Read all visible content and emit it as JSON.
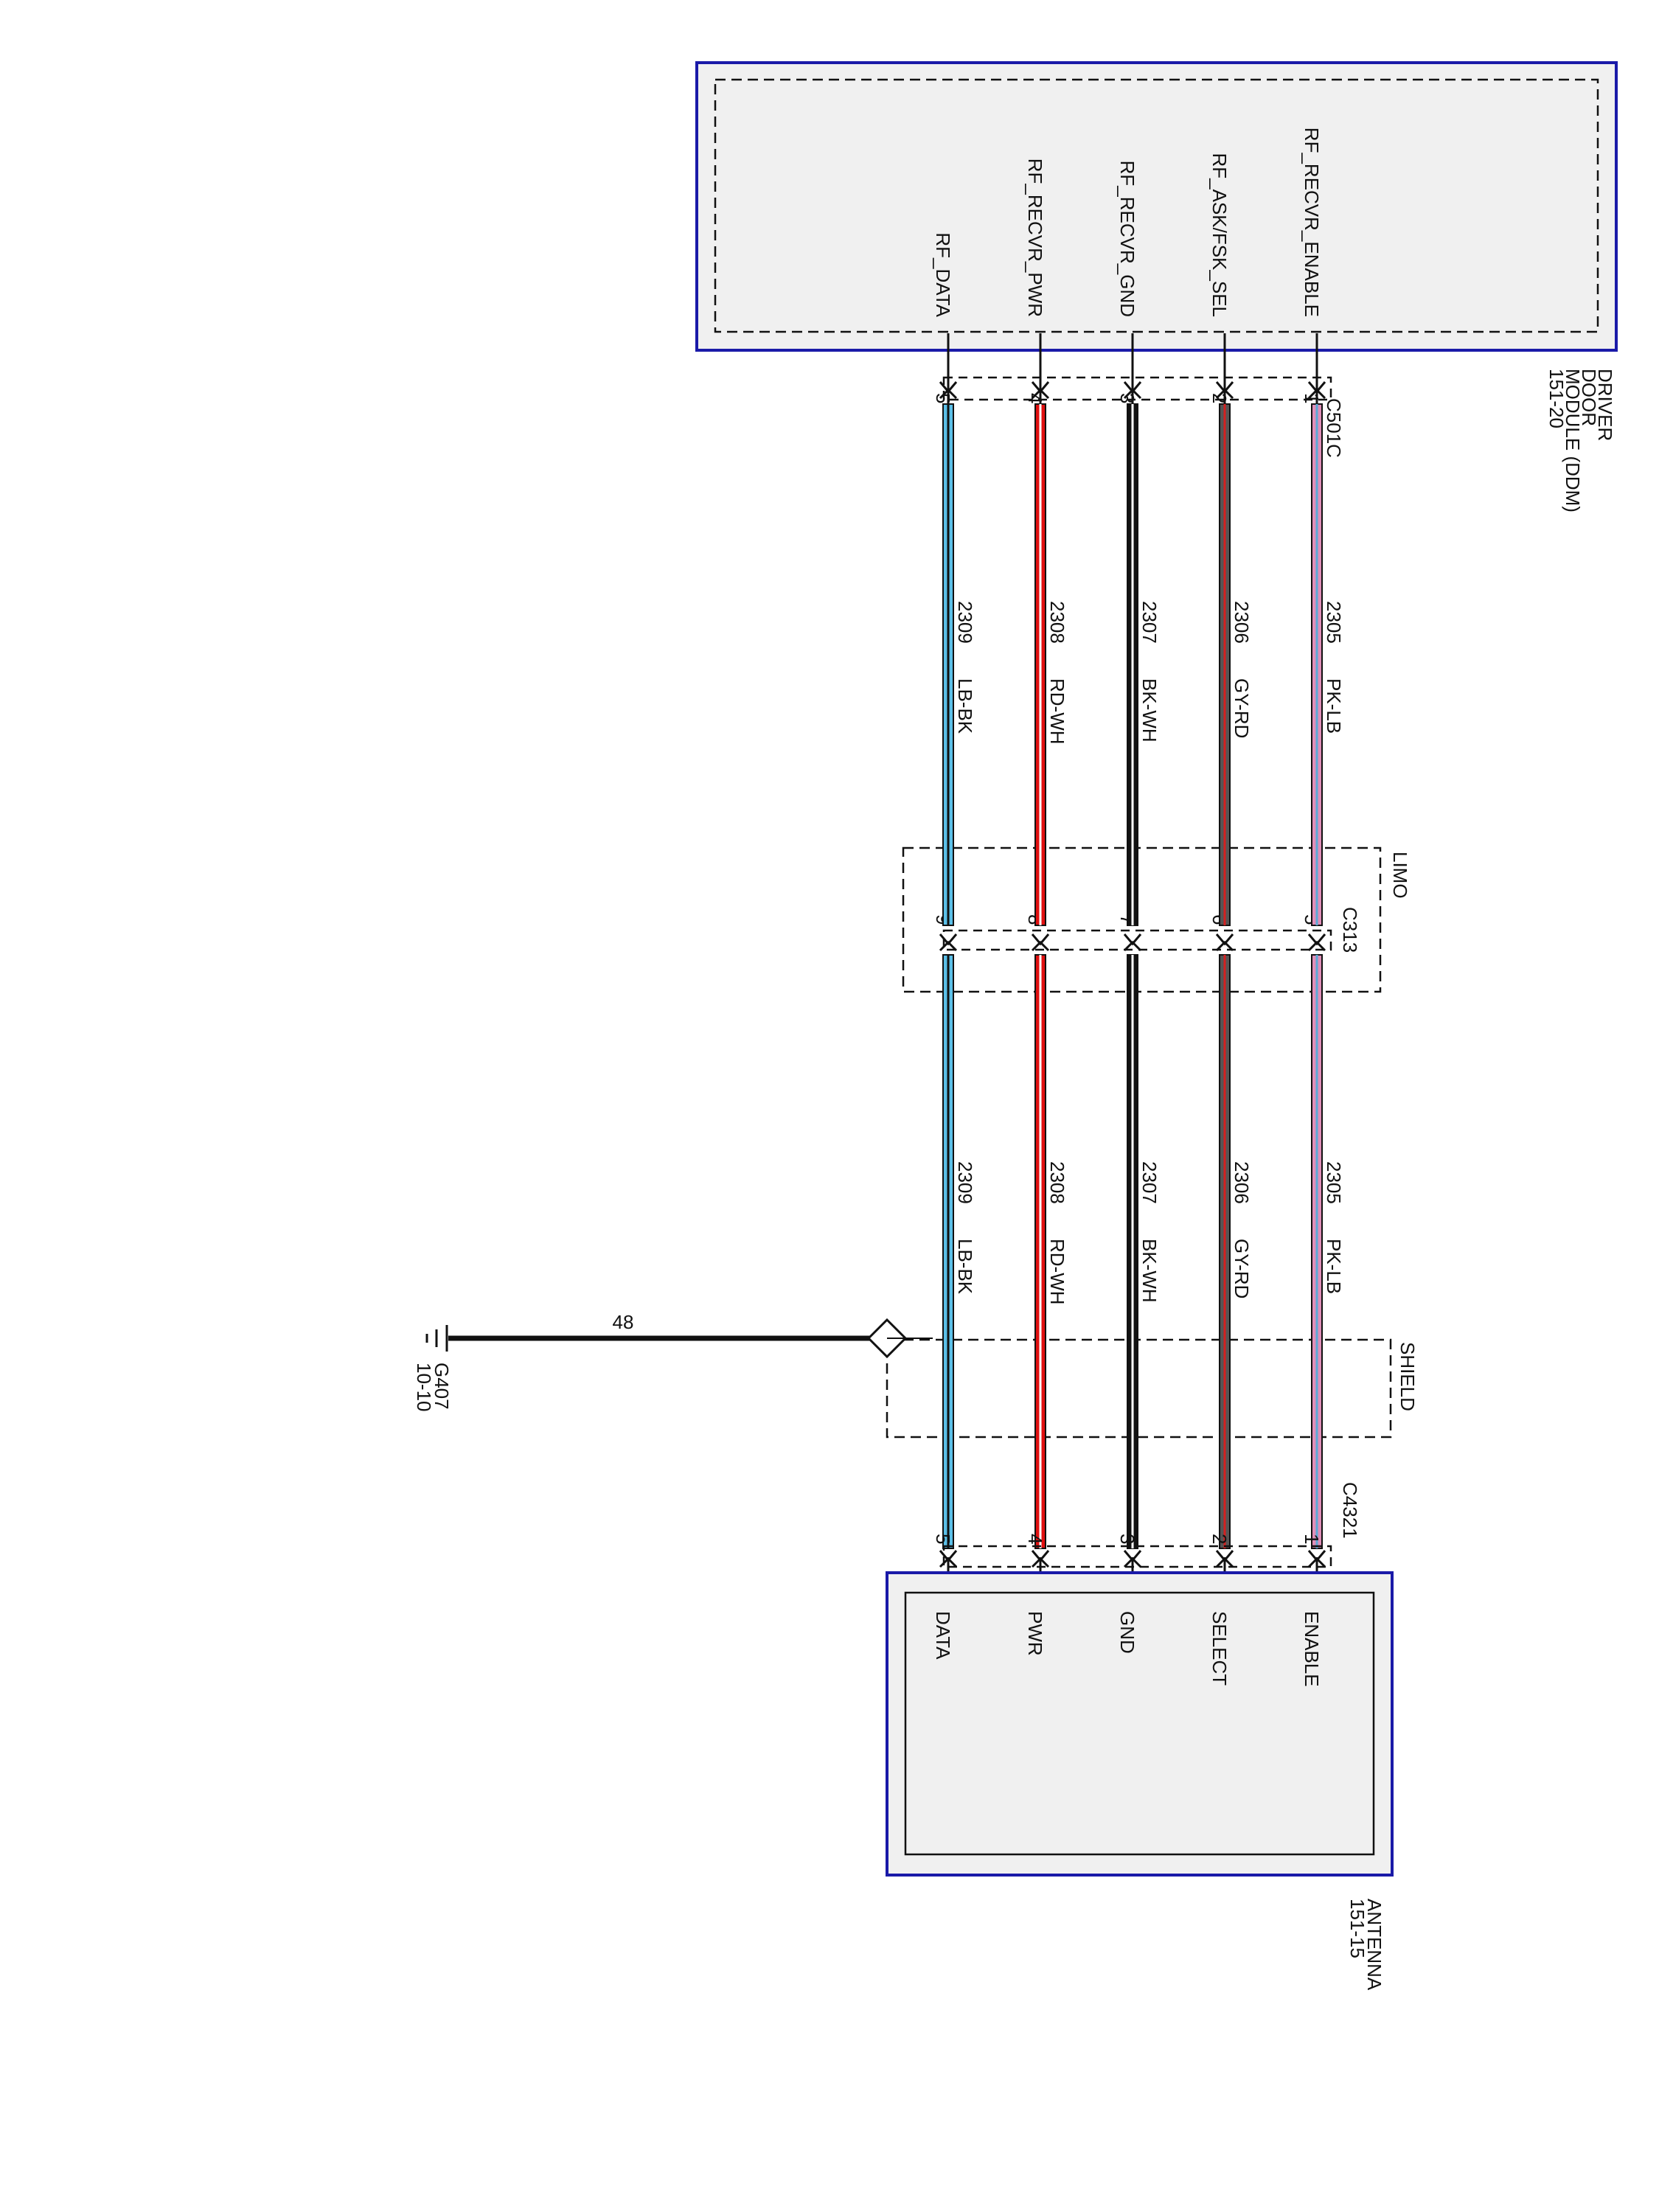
{
  "modules": {
    "ddm": {
      "name_lines": [
        "DRIVER",
        "DOOR",
        "MODULE (DDM)",
        "151-20"
      ],
      "pins": [
        "RF_RECVR_ENABLE",
        "RF_ASK/FSK_SEL",
        "RF_RECVR_GND",
        "RF_RECVR_PWR",
        "RF_DATA"
      ]
    },
    "antenna": {
      "name_lines": [
        "ANTENNA",
        "151-15"
      ],
      "pins": [
        "ENABLE",
        "SELECT",
        "GND",
        "PWR",
        "DATA"
      ]
    }
  },
  "connectors": {
    "c501c": {
      "label": "C501C",
      "pins": [
        "1",
        "2",
        "3",
        "4",
        "5"
      ]
    },
    "c313": {
      "label": "C313",
      "group": "LIMO",
      "pins": [
        "5",
        "6",
        "7",
        "8",
        "9"
      ]
    },
    "c4321": {
      "label": "C4321",
      "pins": [
        "1",
        "2",
        "3",
        "4",
        "5"
      ]
    }
  },
  "shield": {
    "label": "SHIELD"
  },
  "wires": [
    {
      "circuit": "2305",
      "color_code": "PK-LB",
      "main_color": "#e08fb8",
      "stripe_color": "#5aa9d6"
    },
    {
      "circuit": "2306",
      "color_code": "GY-RD",
      "main_color": "#555555",
      "stripe_color": "#d42020"
    },
    {
      "circuit": "2307",
      "color_code": "BK-WH",
      "main_color": "#111111",
      "stripe_color": "#ffffff"
    },
    {
      "circuit": "2308",
      "color_code": "RD-WH",
      "main_color": "#e01010",
      "stripe_color": "#ffffff"
    },
    {
      "circuit": "2309",
      "color_code": "LB-BK",
      "main_color": "#5cc0e8",
      "stripe_color": "#111111"
    }
  ],
  "ground": {
    "circuit": "48",
    "label_lines": [
      "G407",
      "10-10"
    ]
  },
  "colors": {
    "module_border": "#1a1aa8",
    "module_fill": "#f0f0f0"
  }
}
